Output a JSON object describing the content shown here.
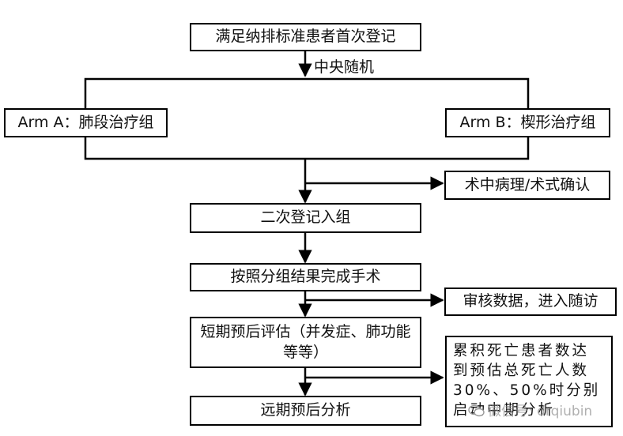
{
  "nodes": {
    "registration": "满足纳排标准患者首次登记",
    "randomization": "中央随机",
    "arm_a": "Arm A：肺段治疗组",
    "arm_b": "Arm B：楔形治疗组",
    "pathology_confirm": "术中病理/术式确认",
    "second_registration": "二次登记入组",
    "surgery": "按照分组结果完成手术",
    "review": "审核数据，进入随访",
    "short_term": "短期预后评估（并发症、肺功能等等）",
    "interim": "累积死亡患者数达到预估总死亡人数30%、50%时分别启动中期分析",
    "long_term": "远期预后分析"
  },
  "watermark": {
    "text": "微信号: drqiubin",
    "icon": "wechat-icon"
  },
  "colors": {
    "line": "#000000",
    "box_border": "#000000",
    "background": "#ffffff",
    "watermark": "#969696"
  }
}
